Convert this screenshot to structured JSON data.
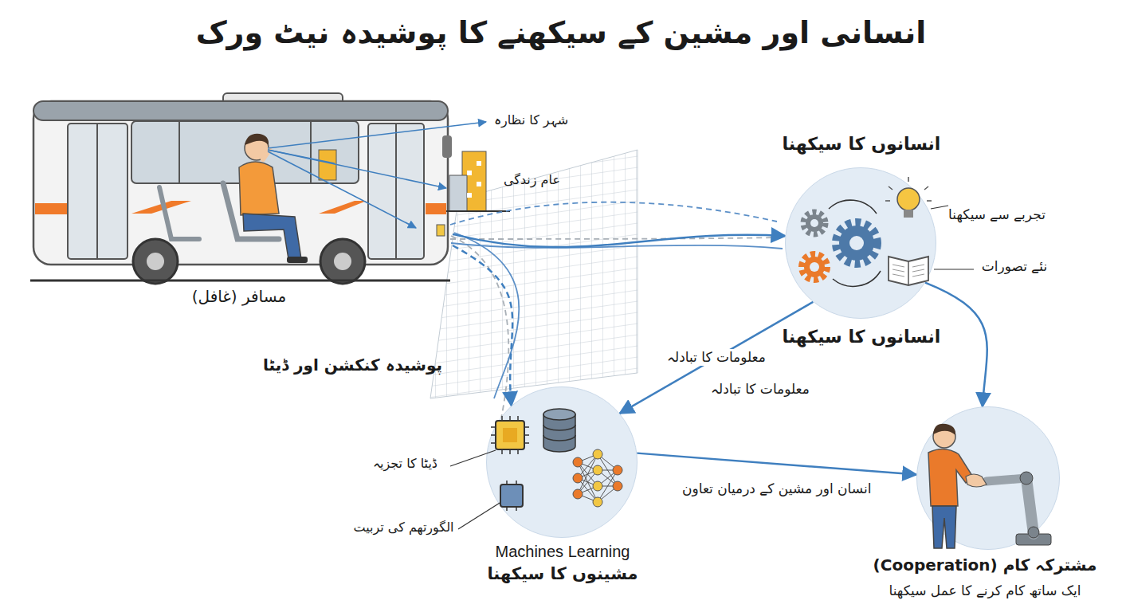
{
  "diagram": {
    "title": "انسانی اور مشین کے سیکھنے کا پوشیدہ نیٹ ورک",
    "nodes": [
      {
        "text": [
          "مسافر (غافل)"
        ]
      },
      {
        "text": [
          "انسانوں کا سیکھنا",
          "تجربے سے سیکھنا",
          "نئے تصورات",
          "انسانوں کا سیکھنا"
        ]
      },
      {
        "text": [
          "ڈیٹا کا تجزیہ",
          "الگورتھم کی تربیت",
          "Machines Learning",
          "مشینوں کا سیکھنا"
        ]
      },
      {
        "text": [
          "مشترکہ کام (Cooperation)",
          "ایک ساتھ کام کرنے کا عمل سیکھنا"
        ]
      }
    ],
    "edges": [
      {
        "from": 0,
        "to": 1,
        "arrow": "to"
      },
      {
        "from": 0,
        "to": 2,
        "arrow": "to"
      },
      {
        "from": 1,
        "to": 2,
        "label": "معلومات کا تبادلہ",
        "arrow": "to"
      },
      {
        "from": 1,
        "to": 3,
        "arrow": "to"
      },
      {
        "from": 2,
        "to": 3,
        "label": "انسان اور مشین کے درمیان تعاون",
        "arrow": "to"
      }
    ],
    "labels": [
      "شہر کا نظارہ",
      "عام زندگی",
      "پوشیدہ کنکشن اور ڈیٹا",
      "معلومات کا تبادلہ"
    ]
  }
}
